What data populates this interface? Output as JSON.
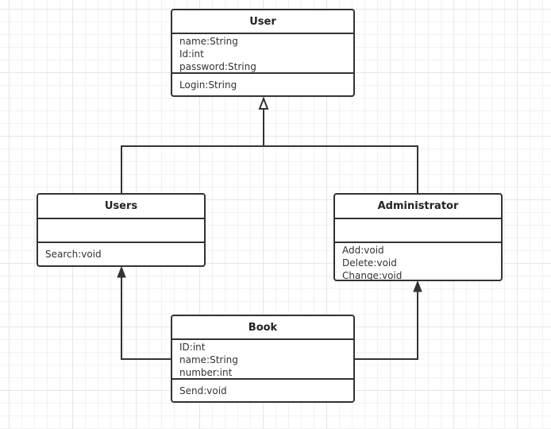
{
  "diagram": {
    "classes": [
      {
        "id": "user",
        "name": "User",
        "attributes": [
          "name:String",
          "Id:int",
          "password:String"
        ],
        "operations": [
          "Login:String"
        ]
      },
      {
        "id": "users",
        "name": "Users",
        "attributes": [],
        "operations": [
          "Search:void"
        ]
      },
      {
        "id": "administrator",
        "name": "Administrator",
        "attributes": [],
        "operations": [
          "Add:void",
          "Delete:void",
          "Change:void"
        ]
      },
      {
        "id": "book",
        "name": "Book",
        "attributes": [
          "ID:int",
          "name:String",
          "number:int"
        ],
        "operations": [
          "Send:void"
        ]
      }
    ],
    "relations": [
      {
        "from": "users",
        "to": "user",
        "type": "generalization"
      },
      {
        "from": "administrator",
        "to": "user",
        "type": "generalization"
      },
      {
        "from": "book",
        "to": "users",
        "type": "association"
      },
      {
        "from": "book",
        "to": "administrator",
        "type": "association"
      }
    ],
    "colors": {
      "line": "#333333",
      "grid": "#e6e6e6",
      "background": "#ffffff"
    }
  }
}
